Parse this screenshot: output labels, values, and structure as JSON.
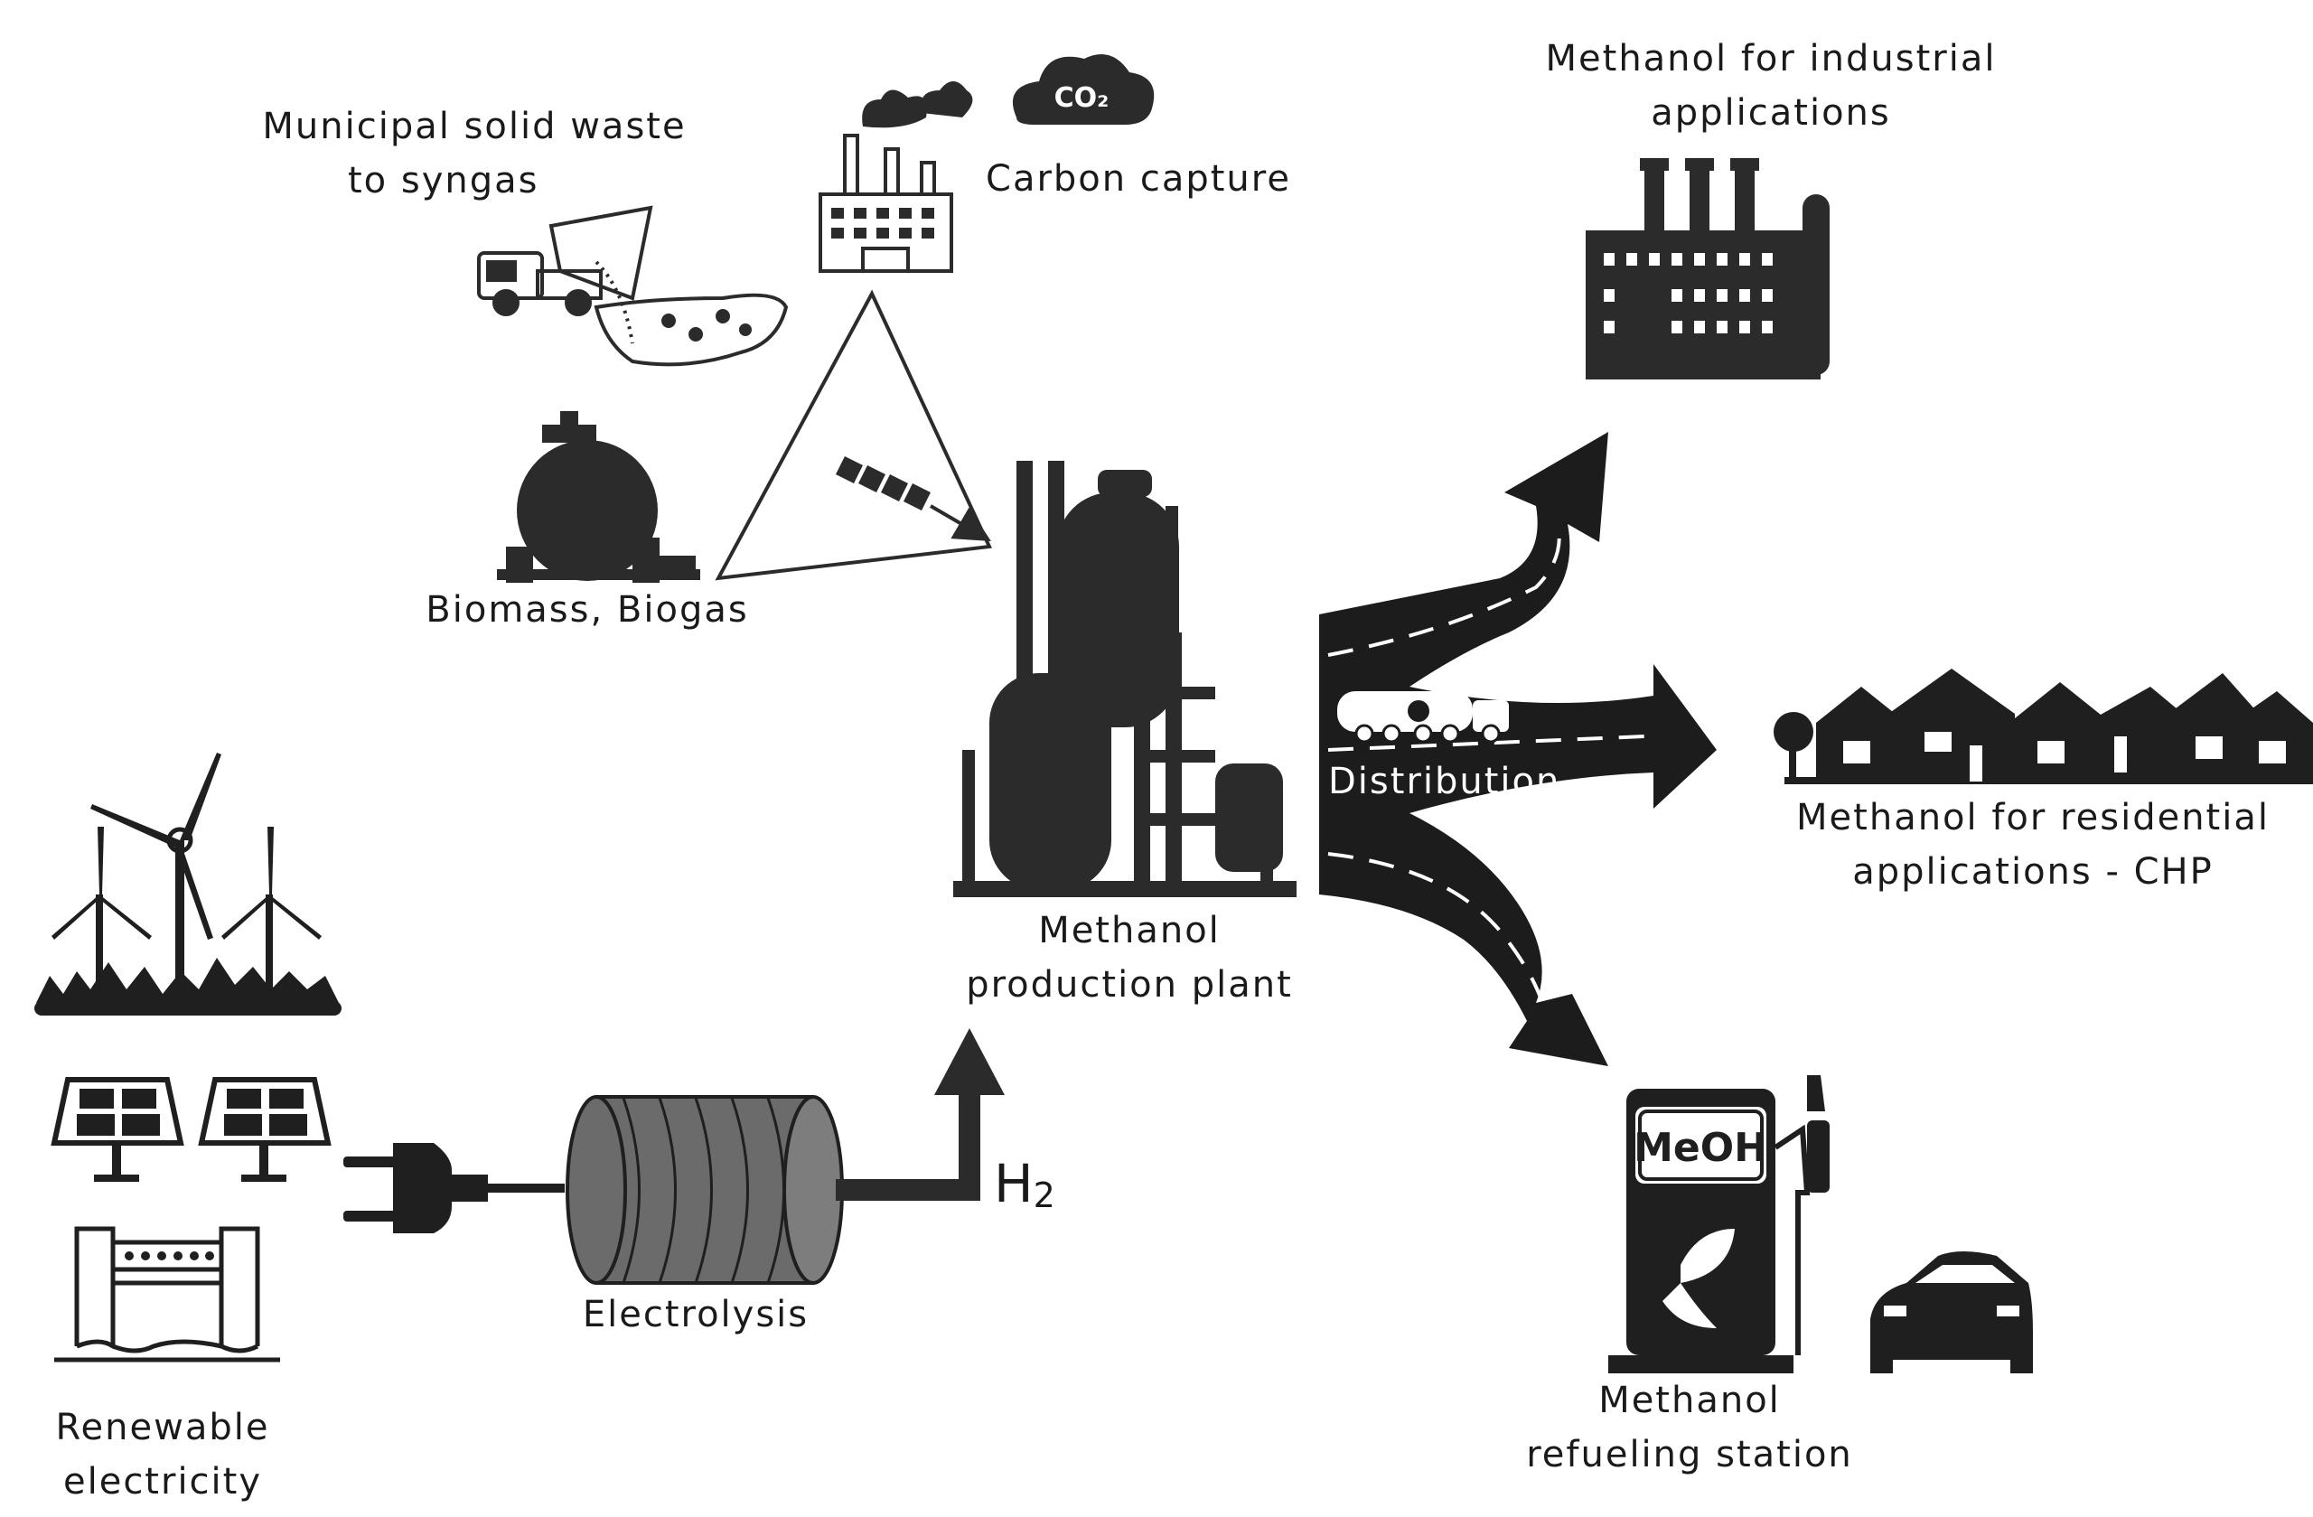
{
  "labels": {
    "msw": [
      "Municipal solid waste",
      "to syngas"
    ],
    "carbon_capture": "Carbon capture",
    "co2_badge": "CO₂",
    "biomass": "Biomass, Biogas",
    "plant": [
      "Methanol",
      "production plant"
    ],
    "industrial": [
      "Methanol for industrial",
      "applications"
    ],
    "distribution": "Distribution",
    "residential": [
      "Methanol for residential",
      "applications - CHP"
    ],
    "refueling": [
      "Methanol",
      "refueling station"
    ],
    "pump_sign": "MeOH",
    "electrolysis": "Electrolysis",
    "hydrogen": "H",
    "hydrogen_sub": "2",
    "renewable": [
      "Renewable",
      "electricity"
    ]
  },
  "colors": {
    "ink": "#2b2b2b",
    "text": "#1a1a1a",
    "road": "#1c1c1c",
    "cylinder": "#6b6b6b",
    "background": "#ffffff"
  },
  "icons": [
    "dump-truck-icon",
    "factory-smoke-icon",
    "co2-cloud-icon",
    "biogas-tank-icon",
    "methanol-plant-icon",
    "industrial-factory-icon",
    "road-arrows-icon",
    "tanker-truck-icon",
    "houses-icon",
    "fuel-pump-icon",
    "car-icon",
    "wind-turbine-icon",
    "solar-panel-icon",
    "dam-icon",
    "plug-icon",
    "electrolysis-cylinder-icon"
  ]
}
